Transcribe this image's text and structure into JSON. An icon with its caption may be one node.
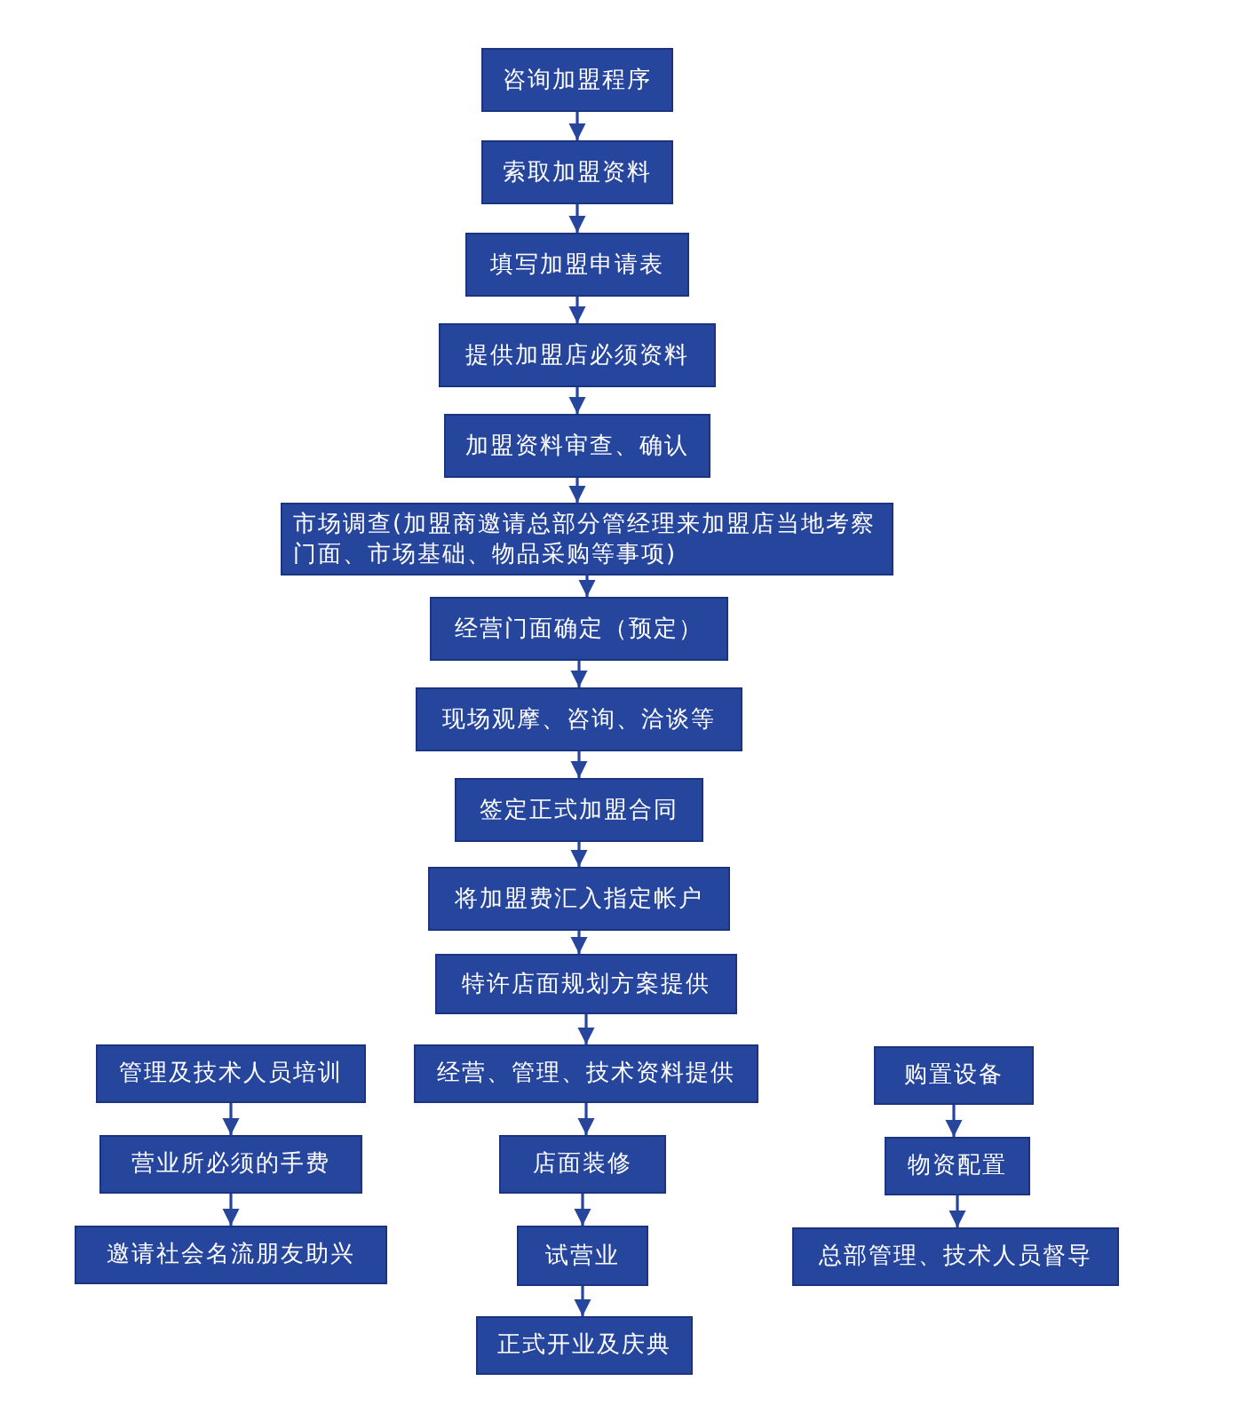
{
  "diagram": {
    "nodes": [
      {
        "text": [
          "咨询加盟程序"
        ]
      },
      {
        "text": [
          "索取加盟资料"
        ]
      },
      {
        "text": [
          "填写加盟申请表"
        ]
      },
      {
        "text": [
          "提供加盟店必须资料"
        ]
      },
      {
        "text": [
          "加盟资料审查、确认"
        ]
      },
      {
        "text": [
          "市场调查(加盟商邀请总部分管经理来加盟店当地考察门面、市场基础、物品采购等事项)"
        ]
      },
      {
        "text": [
          "经营门面确定（预定）"
        ]
      },
      {
        "text": [
          "现场观摩、咨询、洽谈等"
        ]
      },
      {
        "text": [
          "签定正式加盟合同"
        ]
      },
      {
        "text": [
          "将加盟费汇入指定帐户"
        ]
      },
      {
        "text": [
          "特许店面规划方案提供"
        ]
      },
      {
        "text": [
          "经营、管理、技术资料提供"
        ]
      },
      {
        "text": [
          "店面装修"
        ]
      },
      {
        "text": [
          "试营业"
        ]
      },
      {
        "text": [
          "正式开业及庆典"
        ]
      },
      {
        "text": [
          "管理及技术人员培训"
        ]
      },
      {
        "text": [
          "营业所必须的手费"
        ]
      },
      {
        "text": [
          "邀请社会名流朋友助兴"
        ]
      },
      {
        "text": [
          "购置设备"
        ]
      },
      {
        "text": [
          "物资配置"
        ]
      },
      {
        "text": [
          "总部管理、技术人员督导"
        ]
      }
    ],
    "edges": [
      {
        "from": 0,
        "to": 1,
        "arrow": "to"
      },
      {
        "from": 1,
        "to": 2,
        "arrow": "to"
      },
      {
        "from": 2,
        "to": 3,
        "arrow": "to"
      },
      {
        "from": 3,
        "to": 4,
        "arrow": "to"
      },
      {
        "from": 4,
        "to": 5,
        "arrow": "to"
      },
      {
        "from": 5,
        "to": 6,
        "arrow": "to"
      },
      {
        "from": 6,
        "to": 7,
        "arrow": "to"
      },
      {
        "from": 7,
        "to": 8,
        "arrow": "to"
      },
      {
        "from": 8,
        "to": 9,
        "arrow": "to"
      },
      {
        "from": 9,
        "to": 10,
        "arrow": "to"
      },
      {
        "from": 10,
        "to": 11,
        "arrow": "to"
      },
      {
        "from": 11,
        "to": 12,
        "arrow": "to"
      },
      {
        "from": 12,
        "to": 13,
        "arrow": "to"
      },
      {
        "from": 13,
        "to": 14,
        "arrow": "to"
      },
      {
        "from": 15,
        "to": 16,
        "arrow": "to"
      },
      {
        "from": 16,
        "to": 17,
        "arrow": "to"
      },
      {
        "from": 18,
        "to": 19,
        "arrow": "to"
      },
      {
        "from": 19,
        "to": 20,
        "arrow": "to"
      }
    ]
  }
}
